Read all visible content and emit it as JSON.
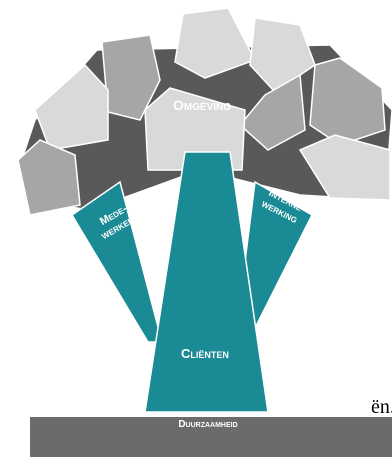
{
  "diagram": {
    "canopy_label": "Omgeving",
    "trunk_label": "Cliënten",
    "left_branch_label_line1": "Mede-",
    "left_branch_label_line2": "werkers",
    "right_branch_label_line1": "Interne",
    "right_branch_label_line2": "werking",
    "ground_label": "Duurzaamheid"
  },
  "side_text": "ën.",
  "colors": {
    "teal": "#1a8a94",
    "canopy_dark": "#595959",
    "leaf_light": "#d9d9d9",
    "leaf_mid": "#a6a6a6",
    "ground": "#6b6b6b"
  }
}
